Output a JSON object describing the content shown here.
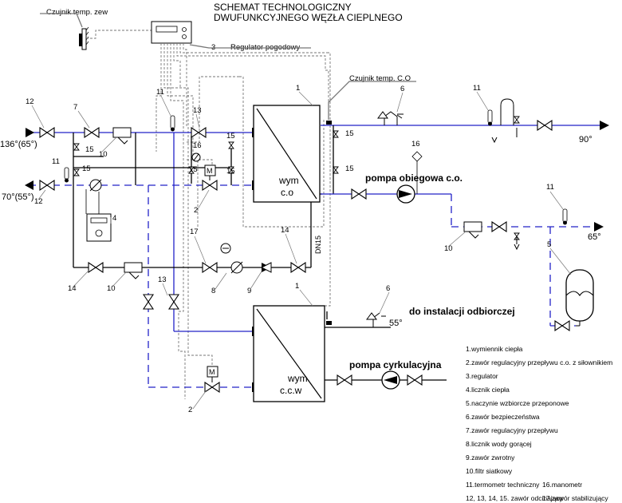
{
  "title": {
    "line1": "SCHEMAT TECHNOLOGICZNY",
    "line2": "DWUFUNKCYJNEGO WĘZŁA CIEPLNEGO"
  },
  "labels": {
    "sensor_outdoor": "Czujnik temp. zew",
    "regulator_num": "3",
    "regulator": "Regulator pogodowy",
    "sensor_co": "Czujnik temp. C.O",
    "supply_in": "136°(65°)",
    "return_in": "70°(55°)",
    "co_out": "90°",
    "hw_out": "55°",
    "tank_temp": "65°",
    "dn": "DN15",
    "pump_co": "pompa obiegowa c.o.",
    "pump_circ": "pompa cyrkulacyjna",
    "to_installation": "do instalacji odbiorczej",
    "hx_co_line1": "wym",
    "hx_co_line2": "c.o",
    "hx_cw_line1": "wym.",
    "hx_cw_line2": "c.c.w",
    "motor": "M"
  },
  "numbers": {
    "n1": "1",
    "n2": "2",
    "n4": "4",
    "n5": "5",
    "n6": "6",
    "n7": "7",
    "n8": "8",
    "n9": "9",
    "n10": "10",
    "n11": "11",
    "n12": "12",
    "n13": "13",
    "n14": "14",
    "n15": "15",
    "n16": "16",
    "n17": "17"
  },
  "legend": [
    "1.wymiennik ciepła",
    "2.zawór regulacyjny przepływu c.o. z siłownikiem",
    "3.regulator",
    "4.licznik ciepła",
    "5.naczynie wzbiorcze przeponowe",
    "6.zawór bezpieczeństwa",
    "7.zawór regulacyjny przepływu",
    "8.licznik wody gorącej",
    "9.zawór zwrotny",
    "10.filtr siatkowy",
    "11.termometr techniczny",
    "12, 13, 14, 15. zawór odcinający",
    "16.manometr",
    "17.zawór stabilizujący"
  ],
  "colors": {
    "pipe": "#2323c8",
    "line": "#000000",
    "control": "#777777"
  }
}
